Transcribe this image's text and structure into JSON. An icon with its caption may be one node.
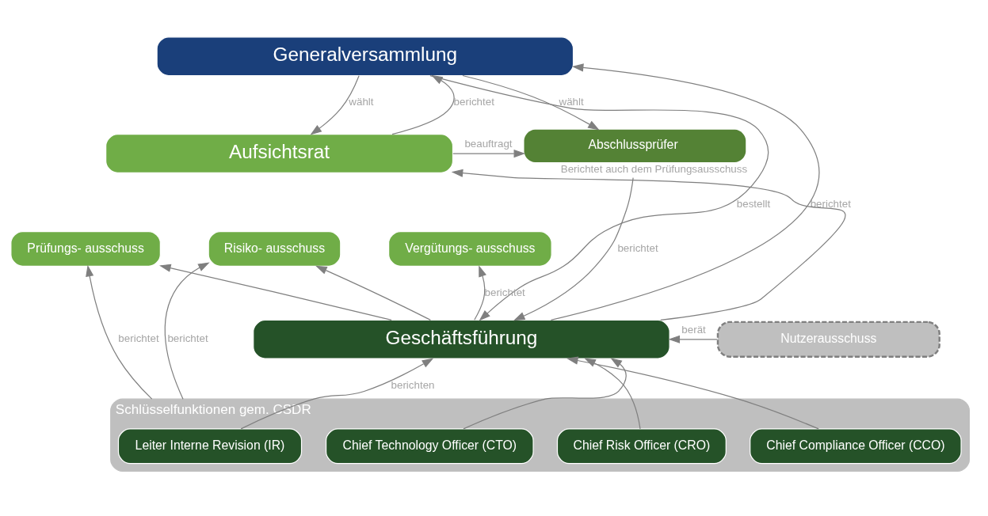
{
  "diagram": {
    "nodes": [
      {
        "text": [
          "Generalversammlung"
        ]
      },
      {
        "text": [
          "Aufsichtsrat"
        ]
      },
      {
        "text": [
          "Prüfungs- ausschuss"
        ]
      },
      {
        "text": [
          "Risiko- ausschuss"
        ]
      },
      {
        "text": [
          "Vergütungs- ausschuss"
        ]
      },
      {
        "text": [
          "Abschlussprüfer"
        ],
        "beside": [
          "Berichtet auch dem Prüfungsausschuss"
        ]
      },
      {
        "text": [
          "Geschäftsführung"
        ]
      },
      {
        "text": [
          "Nutzerausschuss"
        ]
      },
      {
        "text": [
          "Schlüsselfunktionen gem. CSDR"
        ]
      },
      {
        "text": [
          "Leiter Interne Revision (IR)"
        ],
        "in": 8
      },
      {
        "text": [
          "Chief Risk Officer (CRO)"
        ],
        "in": 8
      },
      {
        "text": [
          "Chief Compliance Officer (CCO)"
        ],
        "in": 8
      },
      {
        "text": [
          "Chief Technology Officer (CTO)"
        ],
        "in": 8
      }
    ],
    "edges": [
      {
        "from": 1,
        "to": 0,
        "arrow": "to",
        "label": "berichtet"
      },
      {
        "from": 0,
        "to": 1,
        "arrow": "to",
        "label": "wählt"
      },
      {
        "from": 0,
        "to": 5,
        "arrow": "to",
        "label": "wählt"
      },
      {
        "from": 1,
        "to": 5,
        "arrow": "to",
        "label": "beauftragt"
      },
      {
        "from": 6,
        "to": 0,
        "arrow": "to",
        "label": "berichtet"
      },
      {
        "from": 0,
        "to": 6,
        "arrow": "to",
        "label": "bestellt"
      },
      {
        "from": 5,
        "to": 6,
        "arrow": "to",
        "label": "berichtet"
      },
      {
        "from": 6,
        "to": 1,
        "arrow": "to"
      },
      {
        "from": 6,
        "to": 2,
        "arrow": "to"
      },
      {
        "from": 6,
        "to": 3,
        "arrow": "to"
      },
      {
        "from": 6,
        "to": 4,
        "arrow": "to",
        "label": "berichtet"
      },
      {
        "from": 8,
        "to": 2,
        "arrow": "to",
        "label": "berichtet"
      },
      {
        "from": 8,
        "to": 3,
        "arrow": "to",
        "label": "berichtet"
      },
      {
        "from": 9,
        "to": 6,
        "arrow": "to",
        "label": "berichten"
      },
      {
        "from": 10,
        "to": 6,
        "arrow": "to"
      },
      {
        "from": 11,
        "to": 6,
        "arrow": "to"
      },
      {
        "from": 12,
        "to": 6,
        "arrow": "to"
      },
      {
        "from": 7,
        "to": 6,
        "arrow": "to",
        "label": "berät"
      }
    ]
  }
}
